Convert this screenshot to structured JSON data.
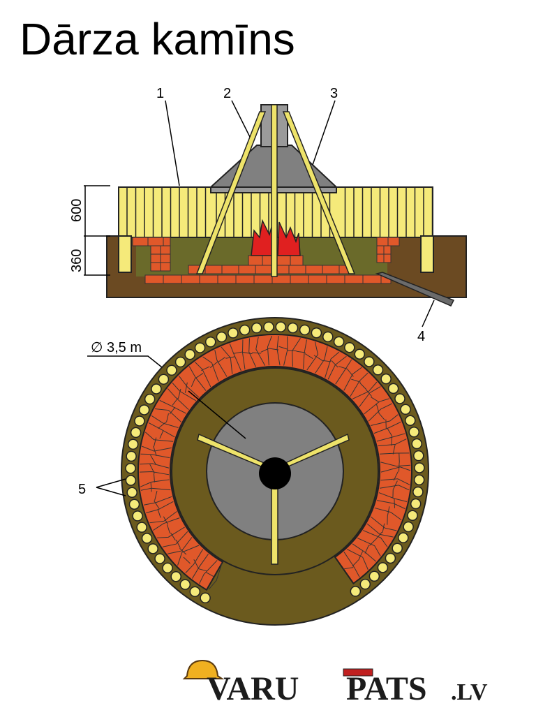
{
  "title": "Dārza kamīns",
  "labels": {
    "l1": "1",
    "l2": "2",
    "l3": "3",
    "l4": "4",
    "l5": "5",
    "diameter": "∅ 3,5 m",
    "h600": "600",
    "h360": "360"
  },
  "logo": {
    "text_varu": "VARU",
    "text_pats": "PATS",
    "text_tld": ".LV"
  },
  "colors": {
    "bench_yellow": "#f5ea7a",
    "ground_brown": "#6b4a22",
    "olive": "#6b5a1e",
    "brick": "#e0582a",
    "hood_grey": "#808080",
    "flame_red": "#e02020",
    "pipe": "#6b6b6b"
  }
}
